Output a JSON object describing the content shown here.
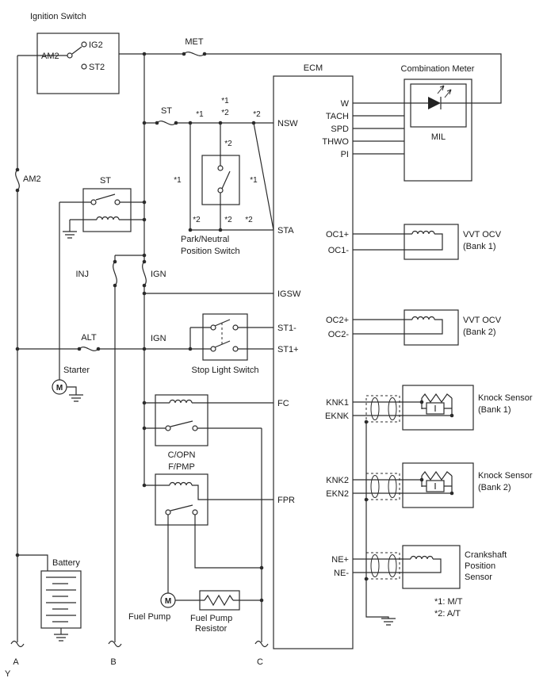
{
  "ignition_switch": {
    "title": "Ignition Switch",
    "am2": "AM2",
    "ig2": "IG2",
    "st2": "ST2"
  },
  "fuses": {
    "met": "MET",
    "st": "ST",
    "am2": "AM2",
    "inj": "INJ",
    "ign": "IGN",
    "alt": "ALT"
  },
  "wire_labels": {
    "ign": "IGN"
  },
  "ecm": {
    "label": "ECM",
    "left_pins": [
      "NSW",
      "STA",
      "IGSW",
      "ST1-",
      "ST1+",
      "FC",
      "FPR"
    ],
    "right_pins": [
      "W",
      "TACH",
      "SPD",
      "THWO",
      "PI",
      "OC1+",
      "OC1-",
      "OC2+",
      "OC2-",
      "KNK1",
      "EKNK",
      "KNK2",
      "EKN2",
      "NE+",
      "NE-"
    ]
  },
  "combination_meter": {
    "title": "Combination Meter",
    "mil": "MIL"
  },
  "components": {
    "park_neutral_switch": {
      "line1": "Park/Neutral",
      "line2": "Position Switch"
    },
    "st_relay": {
      "label": "ST"
    },
    "stop_light_switch": {
      "label": "Stop Light Switch"
    },
    "starter": {
      "label": "Starter",
      "motor": "M"
    },
    "copn_relay": {
      "label": "C/OPN"
    },
    "fpmp_relay": {
      "label": "F/PMP"
    },
    "battery": {
      "label": "Battery"
    },
    "fuel_pump": {
      "label": "Fuel Pump",
      "motor": "M"
    },
    "fuel_pump_resistor": {
      "line1": "Fuel Pump",
      "line2": "Resistor"
    },
    "vvt_ocv_bank1": {
      "line1": "VVT OCV",
      "line2": "(Bank 1)"
    },
    "vvt_ocv_bank2": {
      "line1": "VVT OCV",
      "line2": "(Bank 2)"
    },
    "knock_sensor_bank1": {
      "line1": "Knock Sensor",
      "line2": "(Bank 1)"
    },
    "knock_sensor_bank2": {
      "line1": "Knock Sensor",
      "line2": "(Bank 2)"
    },
    "crankshaft_sensor": {
      "line1": "Crankshaft",
      "line2": "Position",
      "line3": "Sensor"
    }
  },
  "annotations": {
    "star1": "*1",
    "star2": "*2",
    "note_mt": "*1: M/T",
    "note_at": "*2: A/T"
  },
  "connectors": {
    "a": "A",
    "b": "B",
    "c": "C",
    "y": "Y"
  }
}
